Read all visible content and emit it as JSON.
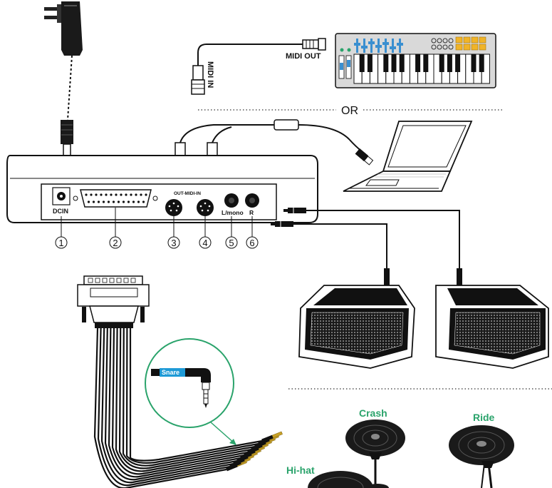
{
  "labels": {
    "midi_in": "MIDI IN",
    "midi_out": "MIDI OUT",
    "or": "OR",
    "dcin": "DCIN",
    "out_midi_in": "OUT-MIDI-IN",
    "lmono": "L/mono",
    "r": "R",
    "snare": "Snare",
    "crash": "Crash",
    "ride": "Ride",
    "hihat": "Hi-hat"
  },
  "port_numbers": [
    "1",
    "2",
    "3",
    "4",
    "5",
    "6"
  ],
  "colors": {
    "line": "#111111",
    "accent_green": "#2aa36b",
    "snare_tag": "#1e9ad6",
    "keyboard_blue": "#3a8fd0",
    "keyboard_pads": "#f0b429",
    "body_grey": "#d9d9d9"
  }
}
